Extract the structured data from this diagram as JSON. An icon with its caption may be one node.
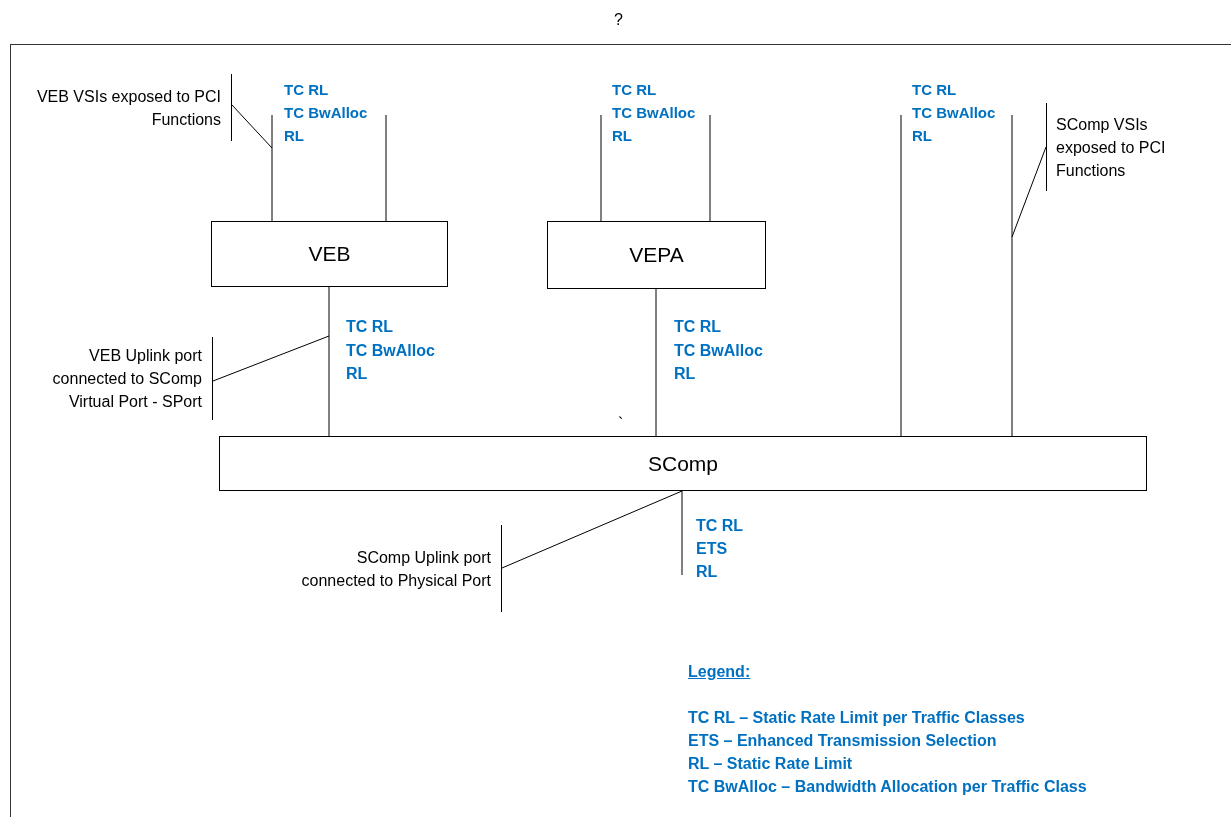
{
  "diagram": {
    "title": "?",
    "nodes": [
      {
        "text": [
          "VEB"
        ]
      },
      {
        "text": [
          "VEPA"
        ]
      },
      {
        "text": [
          "SComp"
        ]
      },
      {
        "text": [
          "VEB VSIs exposed to PCI Functions"
        ]
      },
      {
        "text": [
          "SComp VSIs exposed to PCI Functions"
        ]
      },
      {
        "text": [
          "VEB Uplink port connected to SComp Virtual Port - SPort"
        ]
      },
      {
        "text": [
          "SComp Uplink port connected to Physical Port"
        ]
      }
    ],
    "edges": [
      {
        "from": 0,
        "to": null,
        "arrow": "none"
      },
      {
        "from": 0,
        "to": null,
        "arrow": "none"
      },
      {
        "from": 1,
        "to": null,
        "arrow": "none"
      },
      {
        "from": 1,
        "to": null,
        "arrow": "none"
      },
      {
        "from": 2,
        "to": null,
        "arrow": "none"
      },
      {
        "from": 2,
        "to": null,
        "arrow": "none"
      },
      {
        "from": 0,
        "to": 2,
        "arrow": "none"
      },
      {
        "from": 1,
        "to": 2,
        "arrow": "none"
      },
      {
        "from": 2,
        "to": null,
        "arrow": "none"
      },
      {
        "from": 3,
        "to": null,
        "arrow": "none"
      },
      {
        "from": 4,
        "to": null,
        "arrow": "none"
      },
      {
        "from": 5,
        "to": null,
        "arrow": "none"
      },
      {
        "from": 6,
        "to": 2,
        "arrow": "none"
      }
    ],
    "labels": [
      "TC RL",
      "TC BwAlloc",
      "RL",
      "TC RL",
      "TC BwAlloc",
      "RL",
      "TC RL",
      "TC BwAlloc",
      "RL",
      "TC RL",
      "TC BwAlloc",
      "RL",
      "TC RL",
      "TC BwAlloc",
      "RL",
      "`",
      "TC RL",
      "ETS",
      "RL",
      "Legend:"
    ],
    "legend": [
      {
        "text": "TC RL – Static Rate Limit per Traffic Classes"
      },
      {
        "text": "ETS – Enhanced Transmission Selection"
      },
      {
        "text": "RL – Static Rate Limit"
      },
      {
        "text": "TC BwAlloc – Bandwidth Allocation per Traffic Class"
      }
    ]
  }
}
